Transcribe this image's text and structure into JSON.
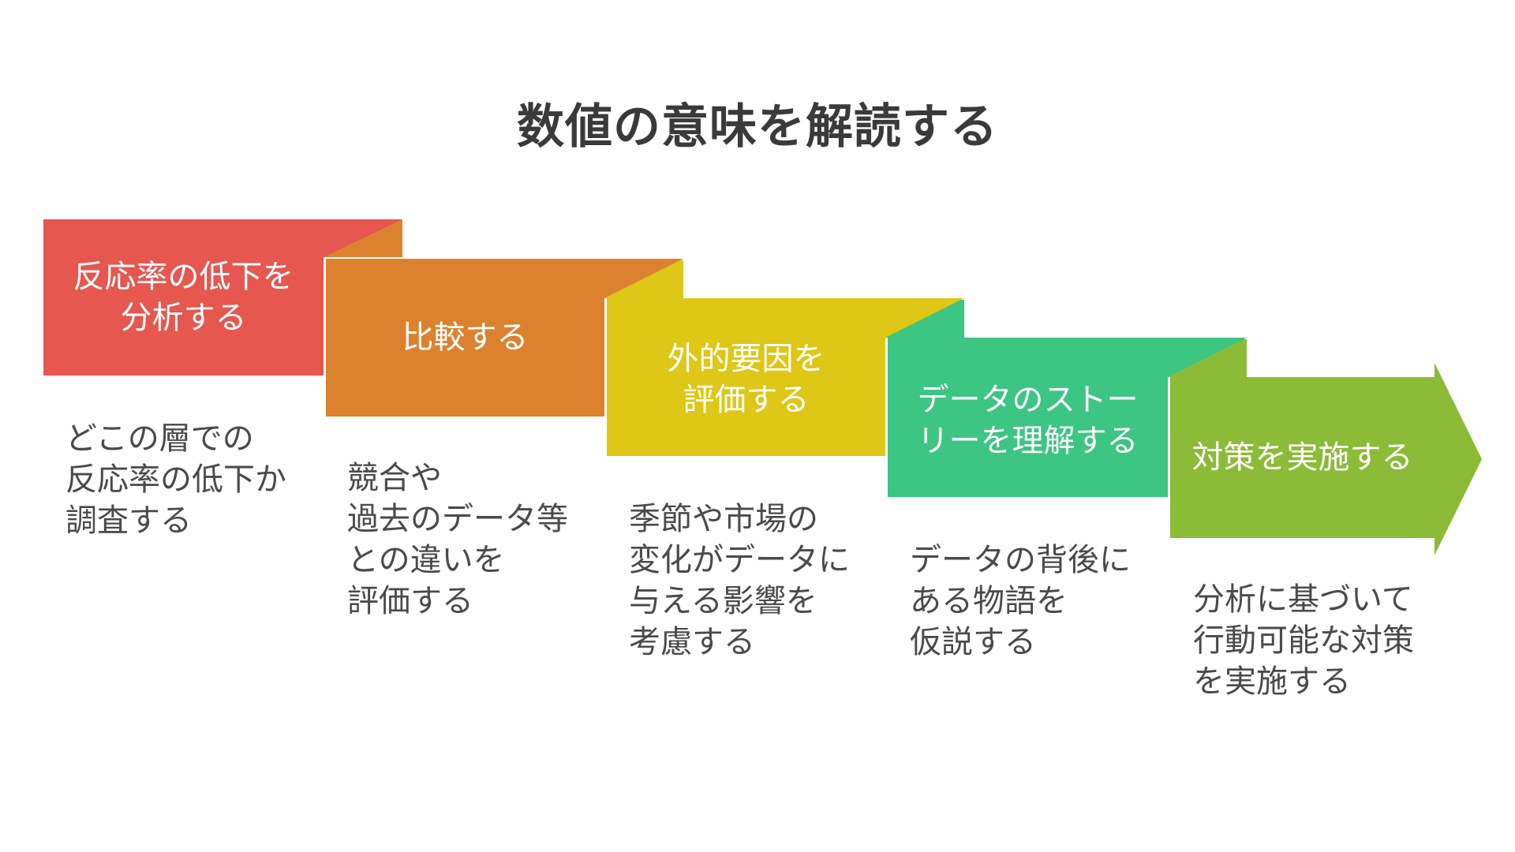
{
  "title": "数値の意味を解読する",
  "colors": {
    "step1": "#e5574f",
    "step1_fold": "#dc822f",
    "step2": "#dc822f",
    "step2_fold": "#dec716",
    "step3": "#dec716",
    "step3_fold": "#3cc583",
    "step4": "#3cc583",
    "step4_fold": "#8cbb38",
    "step5": "#8cbb38"
  },
  "steps": [
    {
      "label": "反応率の低下を\n分析する",
      "description": "どこの層での\n反応率の低下か\n調査する"
    },
    {
      "label": "比較する",
      "description": "競合や\n過去のデータ等\nとの違いを\n評価する"
    },
    {
      "label": "外的要因を\n評価する",
      "description": "季節や市場の\n変化がデータに\n与える影響を\n考慮する"
    },
    {
      "label": "データのストー\nリーを理解する",
      "description": "データの背後に\nある物語を\n仮説する"
    },
    {
      "label": "対策を実施する",
      "description": "分析に基づいて\n行動可能な対策\nを実施する"
    }
  ]
}
